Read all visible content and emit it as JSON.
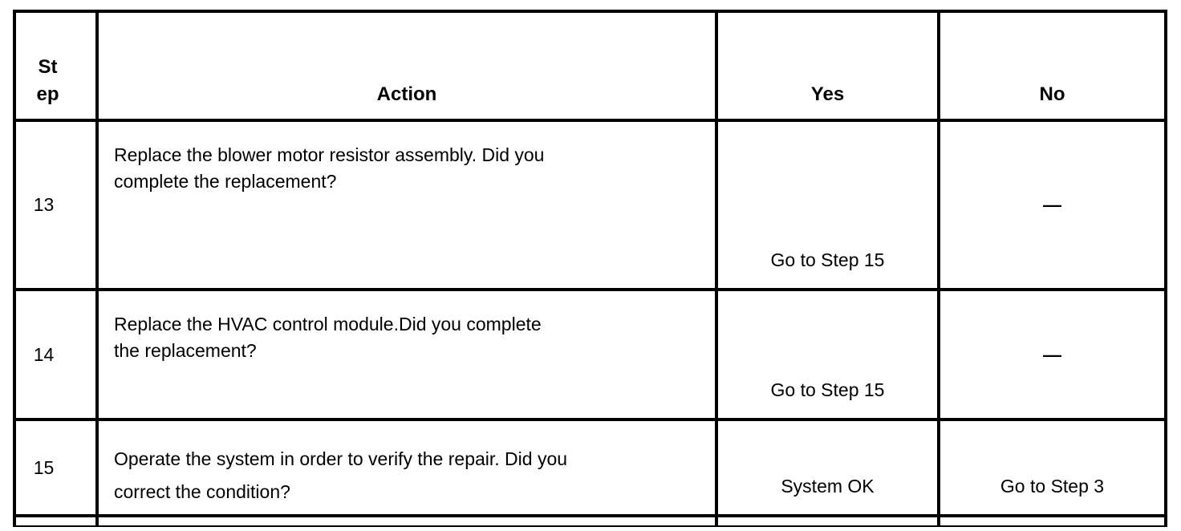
{
  "page": {
    "background_color": "#ffffff",
    "border_color": "#000000"
  },
  "table": {
    "headers": {
      "step": "St\nep",
      "action": "Action",
      "yes": "Yes",
      "no": "No"
    },
    "rows": [
      {
        "step": "13",
        "action": "Replace the blower motor resistor assembly. Did you\ncomplete the replacement?",
        "yes": "Go to Step 15",
        "no": "—"
      },
      {
        "step": "14",
        "action": "Replace the HVAC control module.Did you complete\nthe replacement?",
        "yes": "Go to Step 15",
        "no": "—"
      },
      {
        "step": "15",
        "action": "Operate the system in order to verify the repair. Did you\ncorrect the condition?",
        "yes": "System OK",
        "no": "Go to Step 3"
      }
    ]
  }
}
